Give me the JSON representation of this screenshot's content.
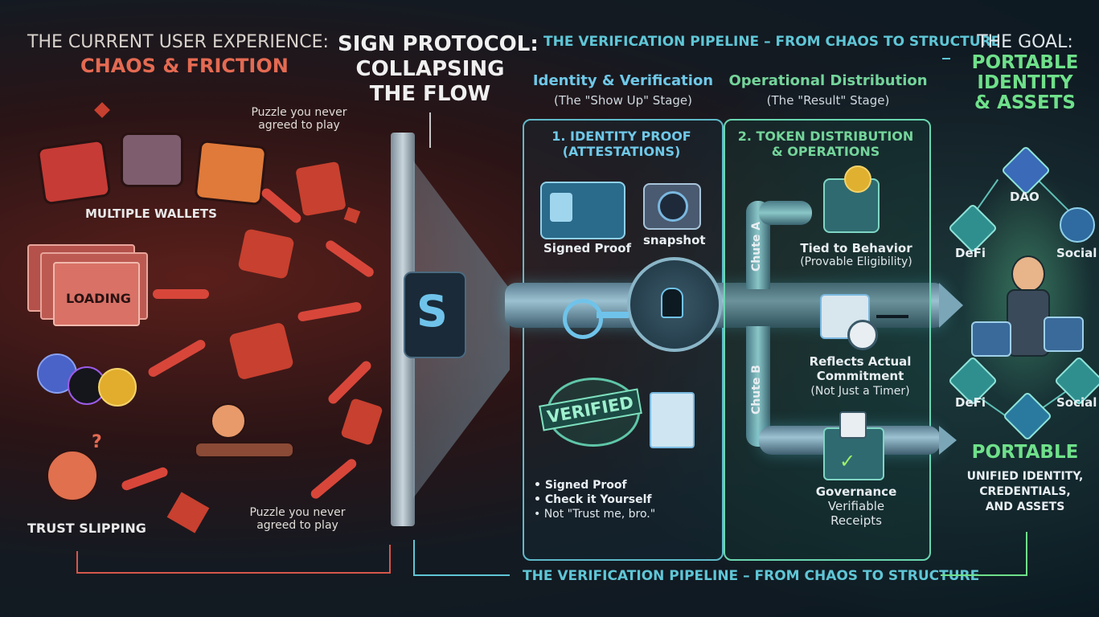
{
  "left": {
    "heading": "THE CURRENT USER EXPERIENCE:",
    "subheading": "CHAOS & FRICTION",
    "multiple_wallets": "MULTIPLE WALLETS",
    "loading": "LOADING",
    "trust_slipping": "TRUST SLIPPING",
    "puzzle_top_1": "Puzzle you never",
    "puzzle_top_2": "agreed to play",
    "puzzle_bottom_1": "Puzzle you never",
    "puzzle_bottom_2": "agreed to play"
  },
  "center": {
    "title_1": "SIGN PROTOCOL:",
    "title_2": "COLLAPSING",
    "title_3": "THE FLOW"
  },
  "pipeline": {
    "top_label": "THE VERIFICATION PIPELINE – FROM CHAOS TO STRUCTURE",
    "bottom_label": "THE VERIFICATION PIPELINE – FROM CHAOS TO STRUCTURE"
  },
  "identity": {
    "title": "Identity & Verification",
    "stage": "(The \"Show Up\" Stage)",
    "panel_title_1": "1. IDENTITY PROOF",
    "panel_title_2": "(ATTESTATIONS)",
    "signed_proof": "Signed Proof",
    "snapshot": "snapshot",
    "verified": "VERIFIED",
    "bullets": [
      "• Signed Proof",
      "• Check it Yourself",
      "• Not \"Trust me, bro.\""
    ]
  },
  "distribution": {
    "title": "Operational Distribution",
    "stage": "(The \"Result\" Stage)",
    "panel_title_1": "2. TOKEN DISTRIBUTION",
    "panel_title_2": "& OPERATIONS",
    "chute_a": "Chute A",
    "chute_b": "Chute B",
    "tied_1": "Tied to Behavior",
    "tied_2": "(Provable Eligibility)",
    "reflects_1": "Reflects Actual",
    "reflects_2": "Commitment",
    "reflects_3": "(Not Just a Timer)",
    "gov_1": "Governance",
    "gov_2": "Verifiable",
    "gov_3": "Receipts"
  },
  "goal": {
    "heading": "THE GOAL:",
    "line1": "PORTABLE",
    "line2": "IDENTITY",
    "line3": "& ASSETS",
    "dao": "DAO",
    "defi_top": "DeFi",
    "social_top": "Social",
    "defi_bottom": "DeFi",
    "social_bottom": "Social",
    "portable": "PORTABLE",
    "unified_1": "UNIFIED IDENTITY,",
    "unified_2": "CREDENTIALS,",
    "unified_3": "AND ASSETS"
  },
  "colors": {
    "chaos_red": "#e46a52",
    "pipeline_teal": "#5fc6d6",
    "goal_green": "#6fe08a"
  }
}
